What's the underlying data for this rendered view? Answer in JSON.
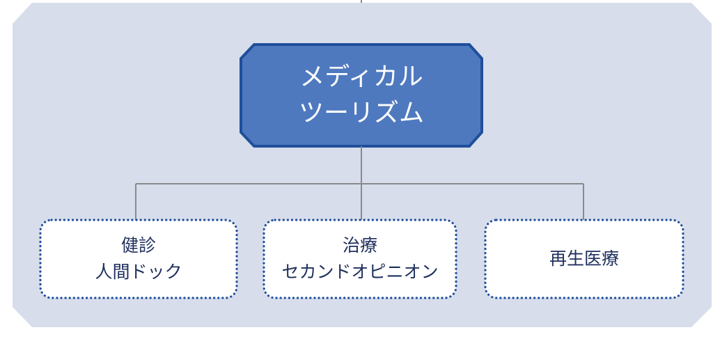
{
  "colors": {
    "panel_fill": "#d8ddec",
    "root_fill": "#4f79bf",
    "root_border": "#1f4f9a",
    "child_fill": "#ffffff",
    "child_border": "#1f4e9b",
    "connector": "#8a8a8a",
    "root_text": "#ffffff",
    "child_text": "#1f2f5c"
  },
  "root": {
    "line1": "メディカル",
    "line2": "ツーリズム"
  },
  "children": [
    {
      "line1": "健診",
      "line2": "人間ドック"
    },
    {
      "line1": "治療",
      "line2": "セカンドオピニオン"
    },
    {
      "line1": "再生医療"
    }
  ]
}
